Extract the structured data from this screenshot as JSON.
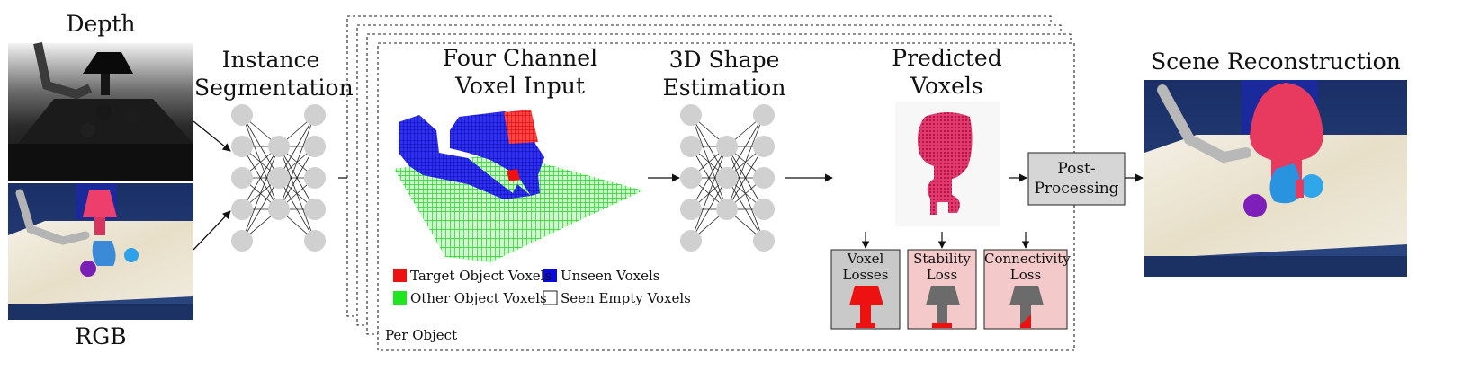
{
  "inputs": {
    "depth_label": "Depth",
    "rgb_label": "RGB"
  },
  "stages": {
    "segmentation": [
      "Instance",
      "Segmentation"
    ],
    "voxel_input": [
      "Four Channel",
      "Voxel Input"
    ],
    "shape_estimation": [
      "3D Shape",
      "Estimation"
    ],
    "predicted": [
      "Predicted",
      "Voxels"
    ],
    "postprocess": [
      "Post-",
      "Processing"
    ],
    "reconstruction": "Scene Reconstruction"
  },
  "legend": [
    {
      "label": "Target Object Voxels",
      "color": "#ee1111"
    },
    {
      "label": "Unseen Voxels",
      "color": "#0a0ae0"
    },
    {
      "label": "Other Object Voxels",
      "color": "#22e522"
    },
    {
      "label": "Seen Empty Voxels",
      "color": "#ffffff"
    }
  ],
  "losses": [
    {
      "lines": [
        "Voxel",
        "Losses"
      ],
      "bg": "#c9c9c9",
      "lamp": "#ee1111"
    },
    {
      "lines": [
        "Stability",
        "Loss"
      ],
      "bg": "#f3c9c9",
      "lamp": "#6b6b6b"
    },
    {
      "lines": [
        "Connectivity",
        "Loss"
      ],
      "bg": "#f3c9c9",
      "lamp": "#6b6b6b"
    }
  ],
  "per_object_label": "Per Object",
  "colors": {
    "node": "#d0d0d0",
    "target_voxel": "#ee1111",
    "unseen_voxel": "#0a0ae0",
    "other_voxel": "#22e522",
    "predicted": "#d81e5b",
    "postprocess_bg": "#d6d6d6",
    "floor_blue": "#2a3f78"
  }
}
